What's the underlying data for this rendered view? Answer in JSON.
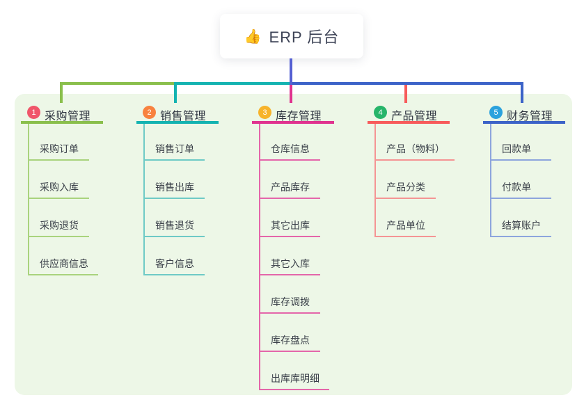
{
  "root": {
    "icon": "👍",
    "title": "ERP 后台"
  },
  "canvas": {
    "background": "#ffffff",
    "panel_color": "#edf7e7",
    "root_line_color": "#5560d2",
    "card_text_color": "#3d4356"
  },
  "branches": [
    {
      "number": "1",
      "label": "采购管理",
      "badge_color": "#f0566a",
      "line_color": "#8abf4c",
      "child_line_color": "#a9d37d",
      "children": [
        "采购订单",
        "采购入库",
        "采购退货",
        "供应商信息"
      ]
    },
    {
      "number": "2",
      "label": "销售管理",
      "badge_color": "#f8823f",
      "line_color": "#14b3b1",
      "child_line_color": "#6ecac6",
      "children": [
        "销售订单",
        "销售出库",
        "销售退货",
        "客户信息"
      ]
    },
    {
      "number": "3",
      "label": "库存管理",
      "badge_color": "#f7b32b",
      "line_color": "#e0338f",
      "child_line_color": "#e466aa",
      "children": [
        "仓库信息",
        "产品库存",
        "其它出库",
        "其它入库",
        "库存调拨",
        "库存盘点",
        "出库库明细"
      ]
    },
    {
      "number": "4",
      "label": "产品管理",
      "badge_color": "#27b56a",
      "line_color": "#f75b5b",
      "child_line_color": "#f59494",
      "children": [
        "产品（物料）",
        "产品分类",
        "产品单位"
      ]
    },
    {
      "number": "5",
      "label": "财务管理",
      "badge_color": "#2ba2dd",
      "line_color": "#3c63c8",
      "child_line_color": "#8da5dd",
      "children": [
        "回款单",
        "付款单",
        "结算账户"
      ]
    }
  ]
}
